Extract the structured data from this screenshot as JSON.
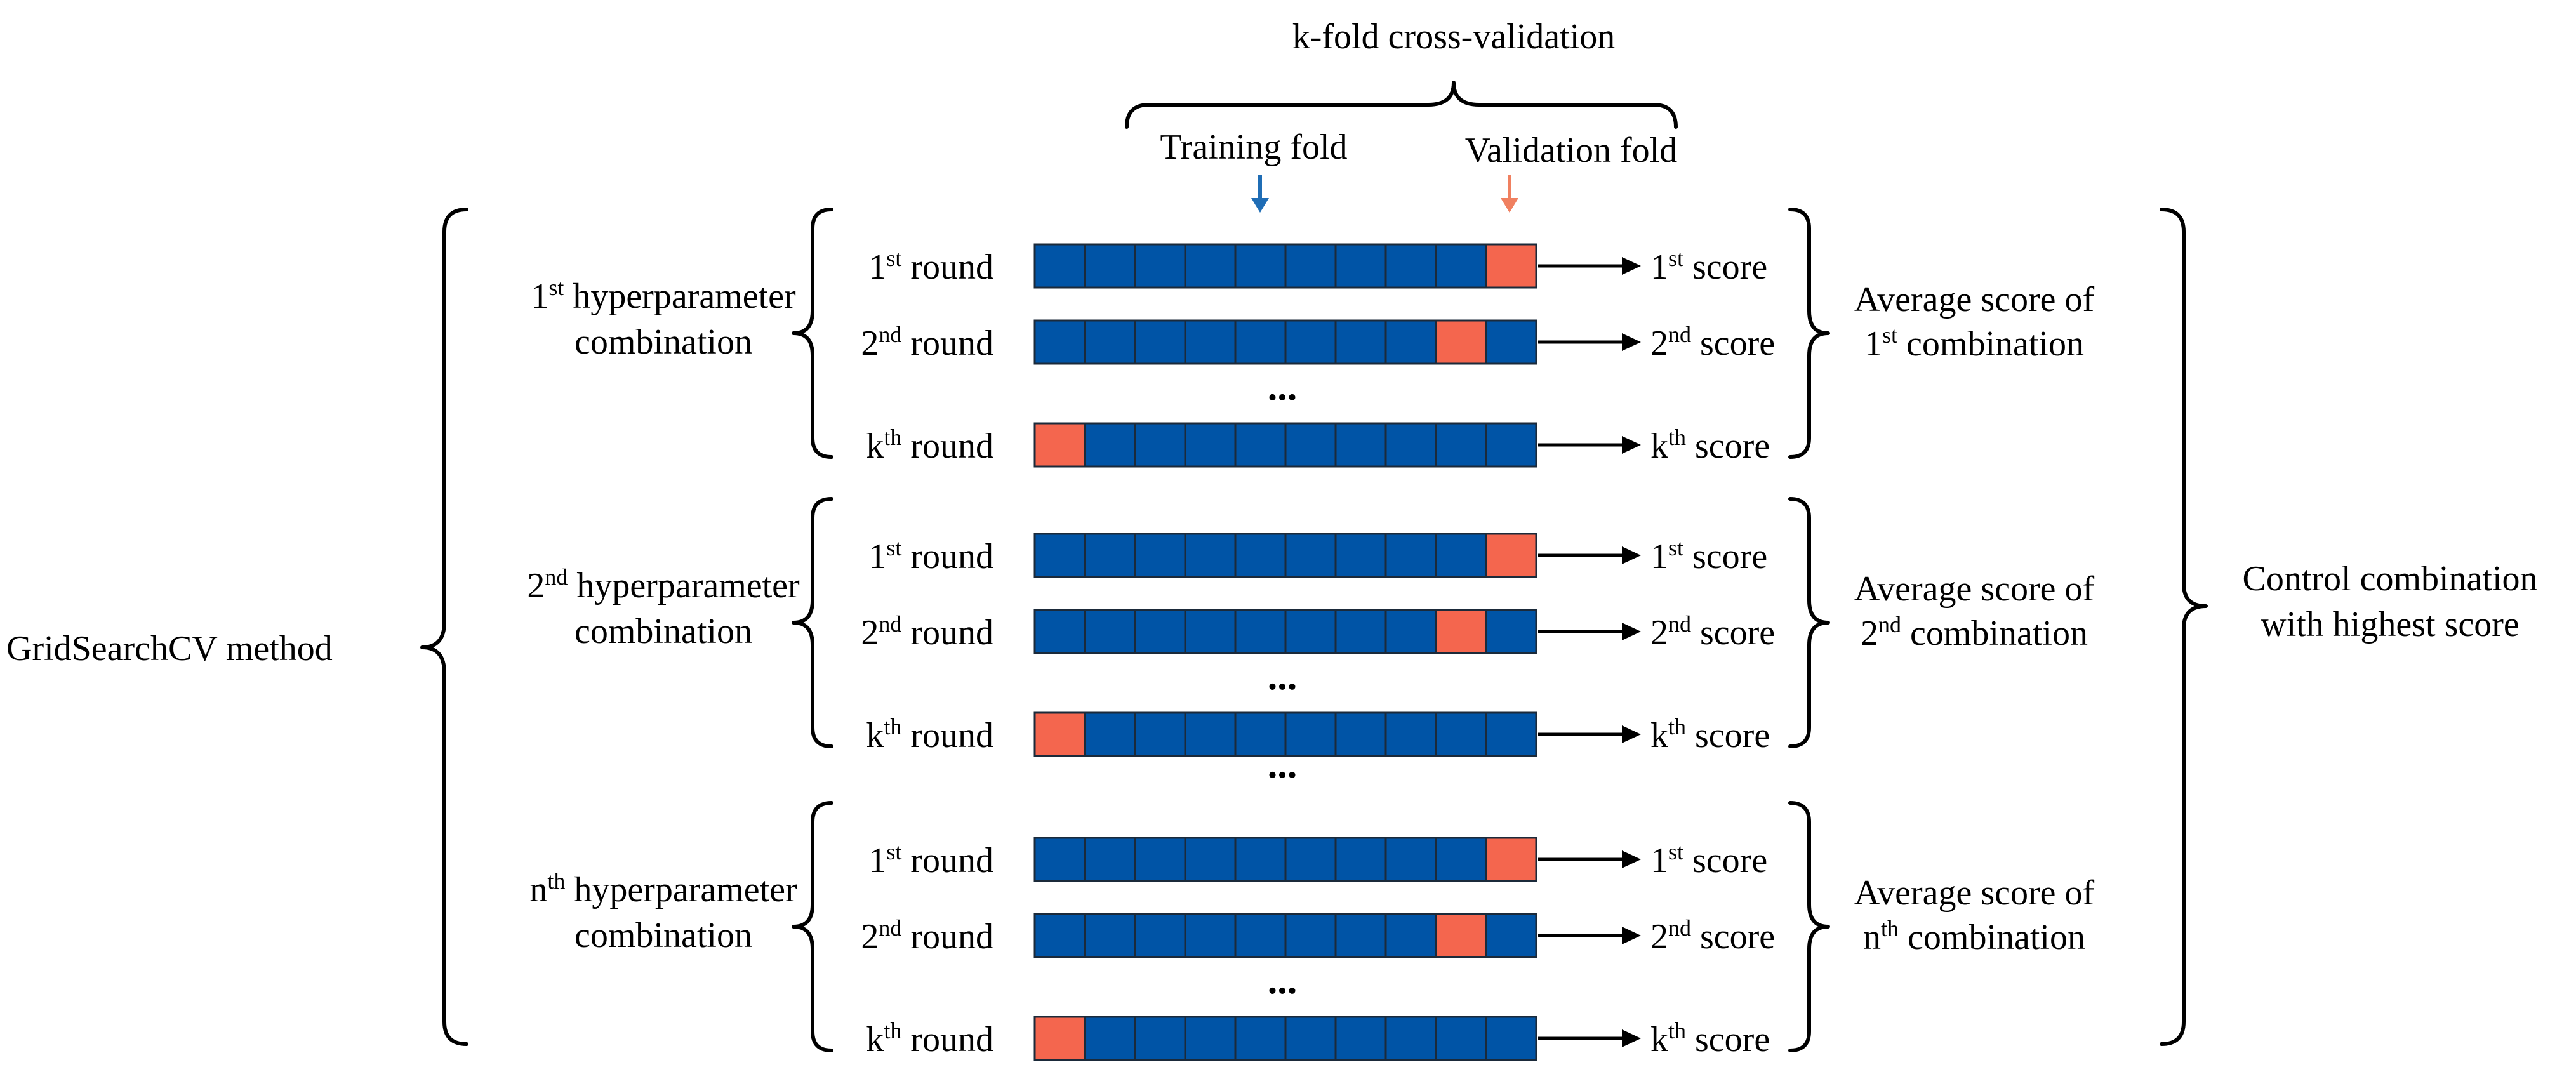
{
  "title": "k-fold cross-validation",
  "legend": {
    "training_label": "Training fold",
    "validation_label": "Validation fold"
  },
  "method_label": "GridSearchCV method",
  "final_label": [
    "Control combination",
    "with highest score"
  ],
  "ellipsis": "...",
  "k_folds": 10,
  "colors": {
    "training": "#0054a6",
    "validation": "#f4664e",
    "training_arrow": "#1f6db5",
    "validation_arrow": "#f08060"
  },
  "combinations": [
    {
      "label": {
        "ord": "1",
        "sup": "st",
        "rest": " hyperparameter",
        "line2": "combination"
      },
      "average": {
        "line1": "Average score of",
        "ord": "1",
        "sup": "st",
        "rest": " combination"
      },
      "rounds": [
        {
          "ord": "1",
          "sup": "st",
          "label": " round",
          "score": " score",
          "validation_index": 9
        },
        {
          "ord": "2",
          "sup": "nd",
          "label": " round",
          "score": " score",
          "validation_index": 8
        },
        {
          "ord": "k",
          "sup": "th",
          "label": " round",
          "score": " score",
          "validation_index": 0
        }
      ]
    },
    {
      "label": {
        "ord": "2",
        "sup": "nd",
        "rest": " hyperparameter",
        "line2": "combination"
      },
      "average": {
        "line1": "Average score of",
        "ord": "2",
        "sup": "nd",
        "rest": " combination"
      },
      "rounds": [
        {
          "ord": "1",
          "sup": "st",
          "label": " round",
          "score": " score",
          "validation_index": 9
        },
        {
          "ord": "2",
          "sup": "nd",
          "label": " round",
          "score": " score",
          "validation_index": 8
        },
        {
          "ord": "k",
          "sup": "th",
          "label": " round",
          "score": " score",
          "validation_index": 0
        }
      ]
    },
    {
      "label": {
        "ord": "n",
        "sup": "th",
        "rest": " hyperparameter",
        "line2": "combination"
      },
      "average": {
        "line1": "Average score of",
        "ord": "n",
        "sup": "th",
        "rest": " combination"
      },
      "rounds": [
        {
          "ord": "1",
          "sup": "st",
          "label": " round",
          "score": " score",
          "validation_index": 9
        },
        {
          "ord": "2",
          "sup": "nd",
          "label": " round",
          "score": " score",
          "validation_index": 8
        },
        {
          "ord": "k",
          "sup": "th",
          "label": " round",
          "score": " score",
          "validation_index": 0
        }
      ]
    }
  ]
}
